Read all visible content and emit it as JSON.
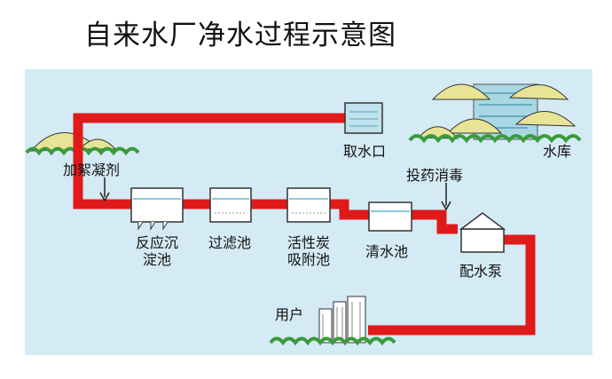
{
  "title": "自来水厂净水过程示意图",
  "colors": {
    "pipe": "#e0191b",
    "panel": "#d4eaf4",
    "tank": "#ffffff",
    "water": "#bfe2ec",
    "hill": "#e8e496",
    "shrub": "#3a9a3c"
  },
  "labels": {
    "intake": "取水口",
    "reservoir": "水库",
    "coagulant": "加絮凝剂",
    "disinfect": "投药消毒",
    "settling": [
      "反应沉",
      "淀池"
    ],
    "filter": "过滤池",
    "carbon": [
      "活性炭",
      "吸附池"
    ],
    "clear": "清水池",
    "pump": "配水泵",
    "user": "用户"
  }
}
